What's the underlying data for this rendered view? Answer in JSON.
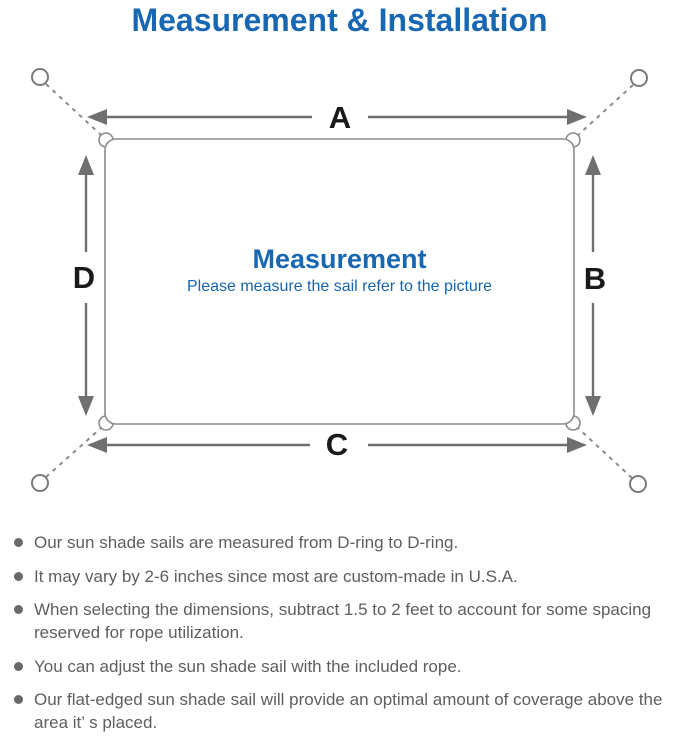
{
  "title": "Measurement & Installation",
  "diagram": {
    "labels": {
      "top": "A",
      "right": "B",
      "bottom": "C",
      "left": "D"
    },
    "center_title": "Measurement",
    "center_subtitle": "Please measure the sail refer to the picture"
  },
  "notes": [
    "Our sun shade sails are measured from D-ring to D-ring.",
    "It may vary by 2-6 inches since most are custom-made in U.S.A.",
    "When selecting the dimensions, subtract 1.5 to 2 feet to account for some spacing reserved for rope utilization.",
    "You can adjust the sun shade sail with the included rope.",
    "Our flat-edged sun shade sail will provide an optimal amount of coverage above the area it’ s placed."
  ],
  "colors": {
    "accent_blue": "#1767b2",
    "subtitle_blue": "#1565ae",
    "dimension_label_black": "#1a1a1a",
    "arrow_gray": "#6f6f6f",
    "outline_gray": "#8c8c8c",
    "note_text_gray": "#5e5e5e",
    "background": "#ffffff"
  }
}
